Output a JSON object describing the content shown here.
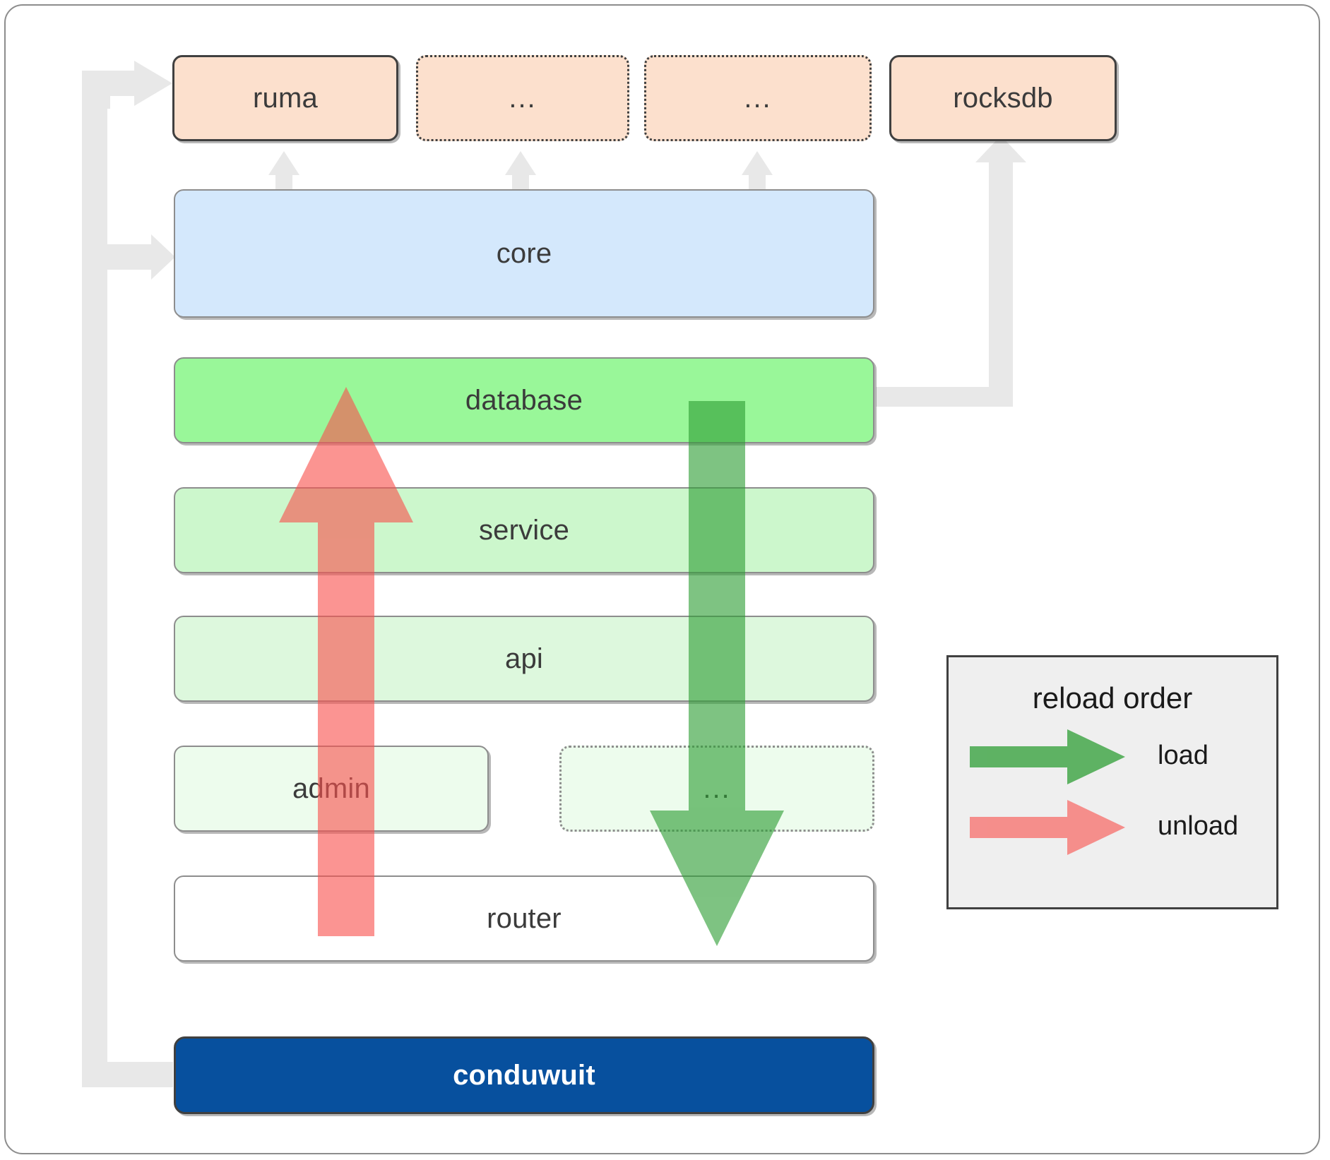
{
  "diagram": {
    "title": "conduwuit crate dependency / reload order diagram",
    "colors": {
      "external_fill": "#fce0cd",
      "core_fill": "#d4e8fc",
      "database_fill": "#99f799",
      "service_fill": "#ccf7cc",
      "api_fill": "#ddf8dd",
      "admin_fill": "#edfced",
      "ellipsis_fill": "#edfced",
      "router_fill": "#ffffff",
      "conduwuit_fill": "#07509e",
      "conduwuit_text": "#ffffff",
      "connector_gray": "#e8e8e8",
      "load_green": "#54a24c",
      "unload_red": "#f98080",
      "legend_bg": "#efefef",
      "border_dark": "#404040",
      "border_gray": "#8d8d8d"
    },
    "external_row": [
      {
        "label": "ruma",
        "border": "solid"
      },
      {
        "label": "...",
        "border": "dotted"
      },
      {
        "label": "...",
        "border": "dotted"
      },
      {
        "label": "rocksdb",
        "border": "solid"
      }
    ],
    "stack": [
      {
        "label": "core",
        "kind": "core"
      },
      {
        "label": "database",
        "kind": "database"
      },
      {
        "label": "service",
        "kind": "service"
      },
      {
        "label": "api",
        "kind": "api"
      },
      {
        "label": "admin",
        "kind": "admin"
      },
      {
        "label": "...",
        "kind": "ellipsis"
      },
      {
        "label": "router",
        "kind": "router"
      }
    ],
    "binary": {
      "label": "conduwuit"
    },
    "legend": {
      "title": "reload order",
      "items": [
        {
          "label": "load",
          "color": "#54a24c"
        },
        {
          "label": "unload",
          "color": "#f98080"
        }
      ]
    },
    "flows": {
      "load_direction": "downward",
      "unload_direction": "upward",
      "load_from": "database",
      "load_to": "router",
      "unload_from": "router",
      "unload_to": "database"
    }
  }
}
